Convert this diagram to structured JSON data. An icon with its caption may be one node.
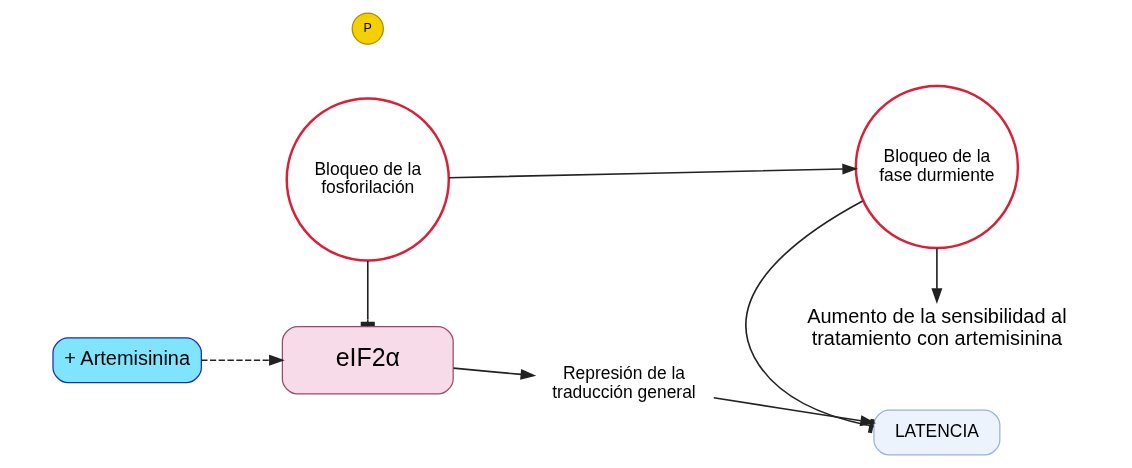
{
  "diagram": {
    "nodes": [
      {
        "text": [
          "+ Artemisinina"
        ]
      },
      {
        "text": [
          "eIF2α"
        ]
      },
      {
        "text": [
          "P"
        ]
      },
      {
        "text": [
          "Represión de la traducción general"
        ]
      },
      {
        "text": [
          "LATENCIA"
        ]
      },
      {
        "text": [
          "Bloqueo de la fosforilación"
        ]
      },
      {
        "text": [
          "Bloqueo de la fase durmiente"
        ]
      },
      {
        "text": [
          "Aumento de la sensibilidad al tratamiento con artemisinina"
        ]
      }
    ],
    "edges": [
      {
        "from": 0,
        "to": 1,
        "arrow": "to",
        "style": "dashed"
      },
      {
        "from": 1,
        "to": 3,
        "arrow": "to"
      },
      {
        "from": 3,
        "to": 4,
        "arrow": "to"
      },
      {
        "from": 5,
        "to": 1,
        "arrow": "other"
      },
      {
        "from": 6,
        "to": 4,
        "arrow": "other"
      },
      {
        "from": 5,
        "to": 6,
        "arrow": "to"
      },
      {
        "from": 6,
        "to": 7,
        "arrow": "to"
      }
    ]
  }
}
